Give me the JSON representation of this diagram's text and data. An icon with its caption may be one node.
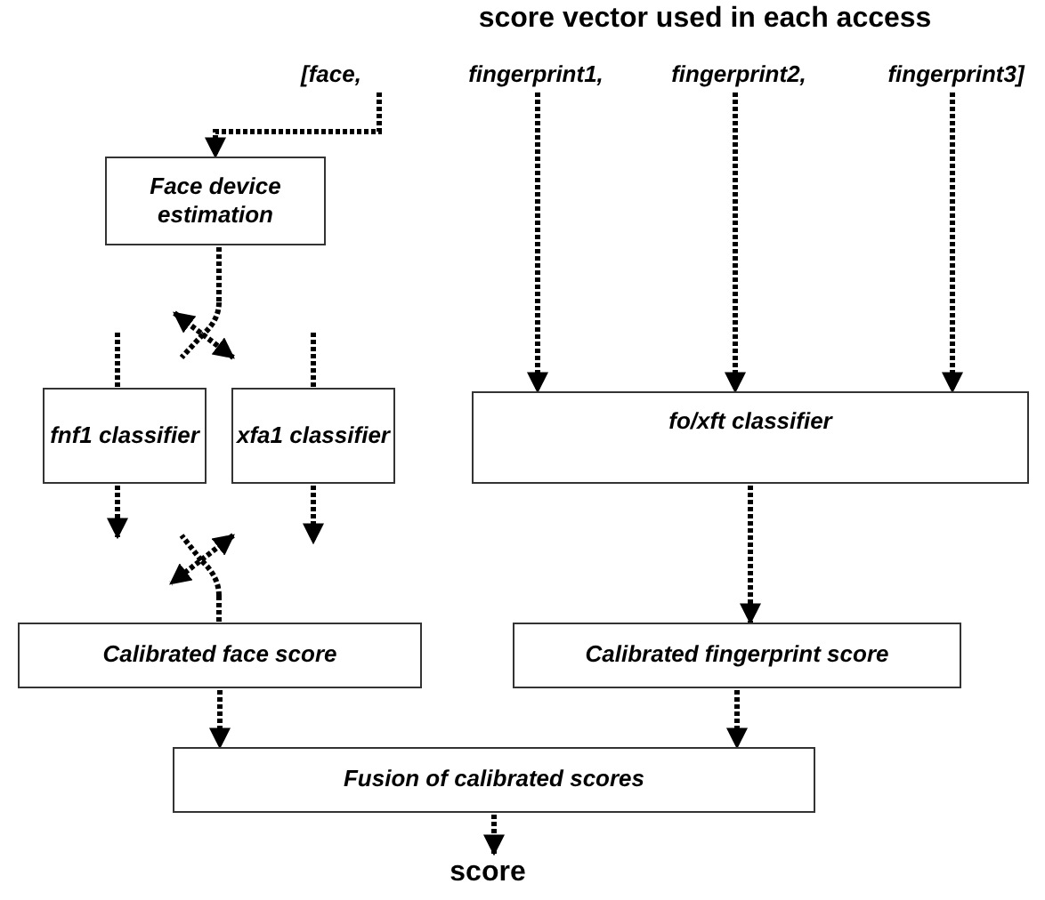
{
  "diagram": {
    "title": "score vector used in each access",
    "nodes": [
      {
        "text": [
          "[face,"
        ]
      },
      {
        "text": [
          "fingerprint1,"
        ]
      },
      {
        "text": [
          "fingerprint2,"
        ]
      },
      {
        "text": [
          "fingerprint3]"
        ]
      },
      {
        "text": [
          "Face device estimation"
        ]
      },
      {
        "text": [
          "fnf1 classifier"
        ]
      },
      {
        "text": [
          "xfa1 classifier"
        ]
      },
      {
        "text": [
          "fo/xft classifier"
        ]
      },
      {
        "text": [
          "Calibrated face score"
        ]
      },
      {
        "text": [
          "Calibrated fingerprint score"
        ]
      },
      {
        "text": [
          "Fusion of calibrated scores"
        ]
      },
      {
        "text": [
          "score"
        ]
      },
      {
        "text": [],
        "shape": "switch"
      },
      {
        "text": [],
        "shape": "switch"
      }
    ],
    "edges": [
      {
        "from": 0,
        "to": 4,
        "arrow": "to"
      },
      {
        "from": 1,
        "to": 7,
        "arrow": "to"
      },
      {
        "from": 2,
        "to": 7,
        "arrow": "to"
      },
      {
        "from": 3,
        "to": 7,
        "arrow": "to"
      },
      {
        "from": 4,
        "to": 12,
        "arrow": "none"
      },
      {
        "from": 12,
        "to": 5,
        "arrow": "none"
      },
      {
        "from": null,
        "to": 6,
        "arrow": "none"
      },
      {
        "from": 5,
        "to": 13,
        "arrow": "to"
      },
      {
        "from": 6,
        "to": null,
        "arrow": "to"
      },
      {
        "from": 13,
        "to": 8,
        "arrow": "none"
      },
      {
        "from": 7,
        "to": 9,
        "arrow": "to"
      },
      {
        "from": 8,
        "to": 10,
        "arrow": "to"
      },
      {
        "from": 9,
        "to": 10,
        "arrow": "to"
      },
      {
        "from": 10,
        "to": 11,
        "arrow": "to"
      }
    ]
  }
}
